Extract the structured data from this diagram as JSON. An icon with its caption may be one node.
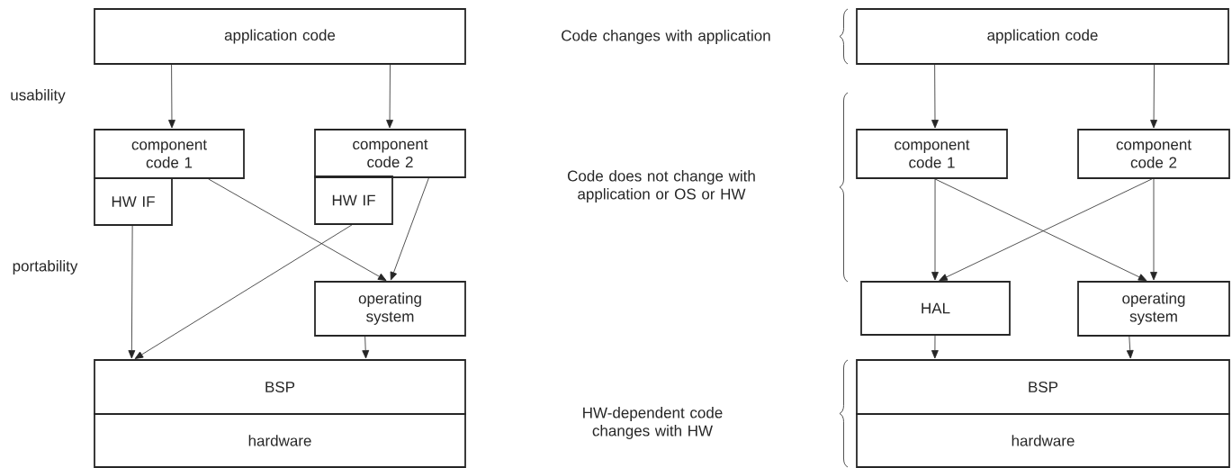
{
  "diagram": {
    "nodes": [
      {
        "text": [
          "application code"
        ]
      },
      {
        "text": [
          "component code 1"
        ]
      },
      {
        "text": [
          "HW IF"
        ]
      },
      {
        "text": [
          "component code 2"
        ]
      },
      {
        "text": [
          "HW IF"
        ]
      },
      {
        "text": [
          "operating system"
        ]
      },
      {
        "text": [
          "BSP"
        ]
      },
      {
        "text": [
          "hardware"
        ]
      },
      {
        "text": [
          "application code"
        ]
      },
      {
        "text": [
          "component code 1"
        ]
      },
      {
        "text": [
          "component code 2"
        ]
      },
      {
        "text": [
          "HAL"
        ]
      },
      {
        "text": [
          "operating system"
        ]
      },
      {
        "text": [
          "BSP"
        ]
      },
      {
        "text": [
          "hardware"
        ]
      }
    ],
    "edges": [
      {
        "from": 0,
        "to": 1,
        "arrow": "to"
      },
      {
        "from": 0,
        "to": 3,
        "arrow": "to"
      },
      {
        "from": 2,
        "to": 6,
        "arrow": "to"
      },
      {
        "from": 4,
        "to": 6,
        "arrow": "to"
      },
      {
        "from": 1,
        "to": 5,
        "arrow": "to"
      },
      {
        "from": 3,
        "to": 5,
        "arrow": "to"
      },
      {
        "from": 5,
        "to": 6,
        "arrow": "to"
      },
      {
        "from": 8,
        "to": 9,
        "arrow": "to"
      },
      {
        "from": 8,
        "to": 10,
        "arrow": "to"
      },
      {
        "from": 9,
        "to": 11,
        "arrow": "to"
      },
      {
        "from": 9,
        "to": 12,
        "arrow": "to"
      },
      {
        "from": 10,
        "to": 11,
        "arrow": "to"
      },
      {
        "from": 10,
        "to": 12,
        "arrow": "to"
      },
      {
        "from": 11,
        "to": 13,
        "arrow": "to"
      },
      {
        "from": 12,
        "to": 13,
        "arrow": "to"
      }
    ],
    "labels": [
      "usability",
      "portability",
      "Code changes with application",
      "Code does not change with application or OS or HW",
      "HW-dependent code changes with HW"
    ]
  }
}
